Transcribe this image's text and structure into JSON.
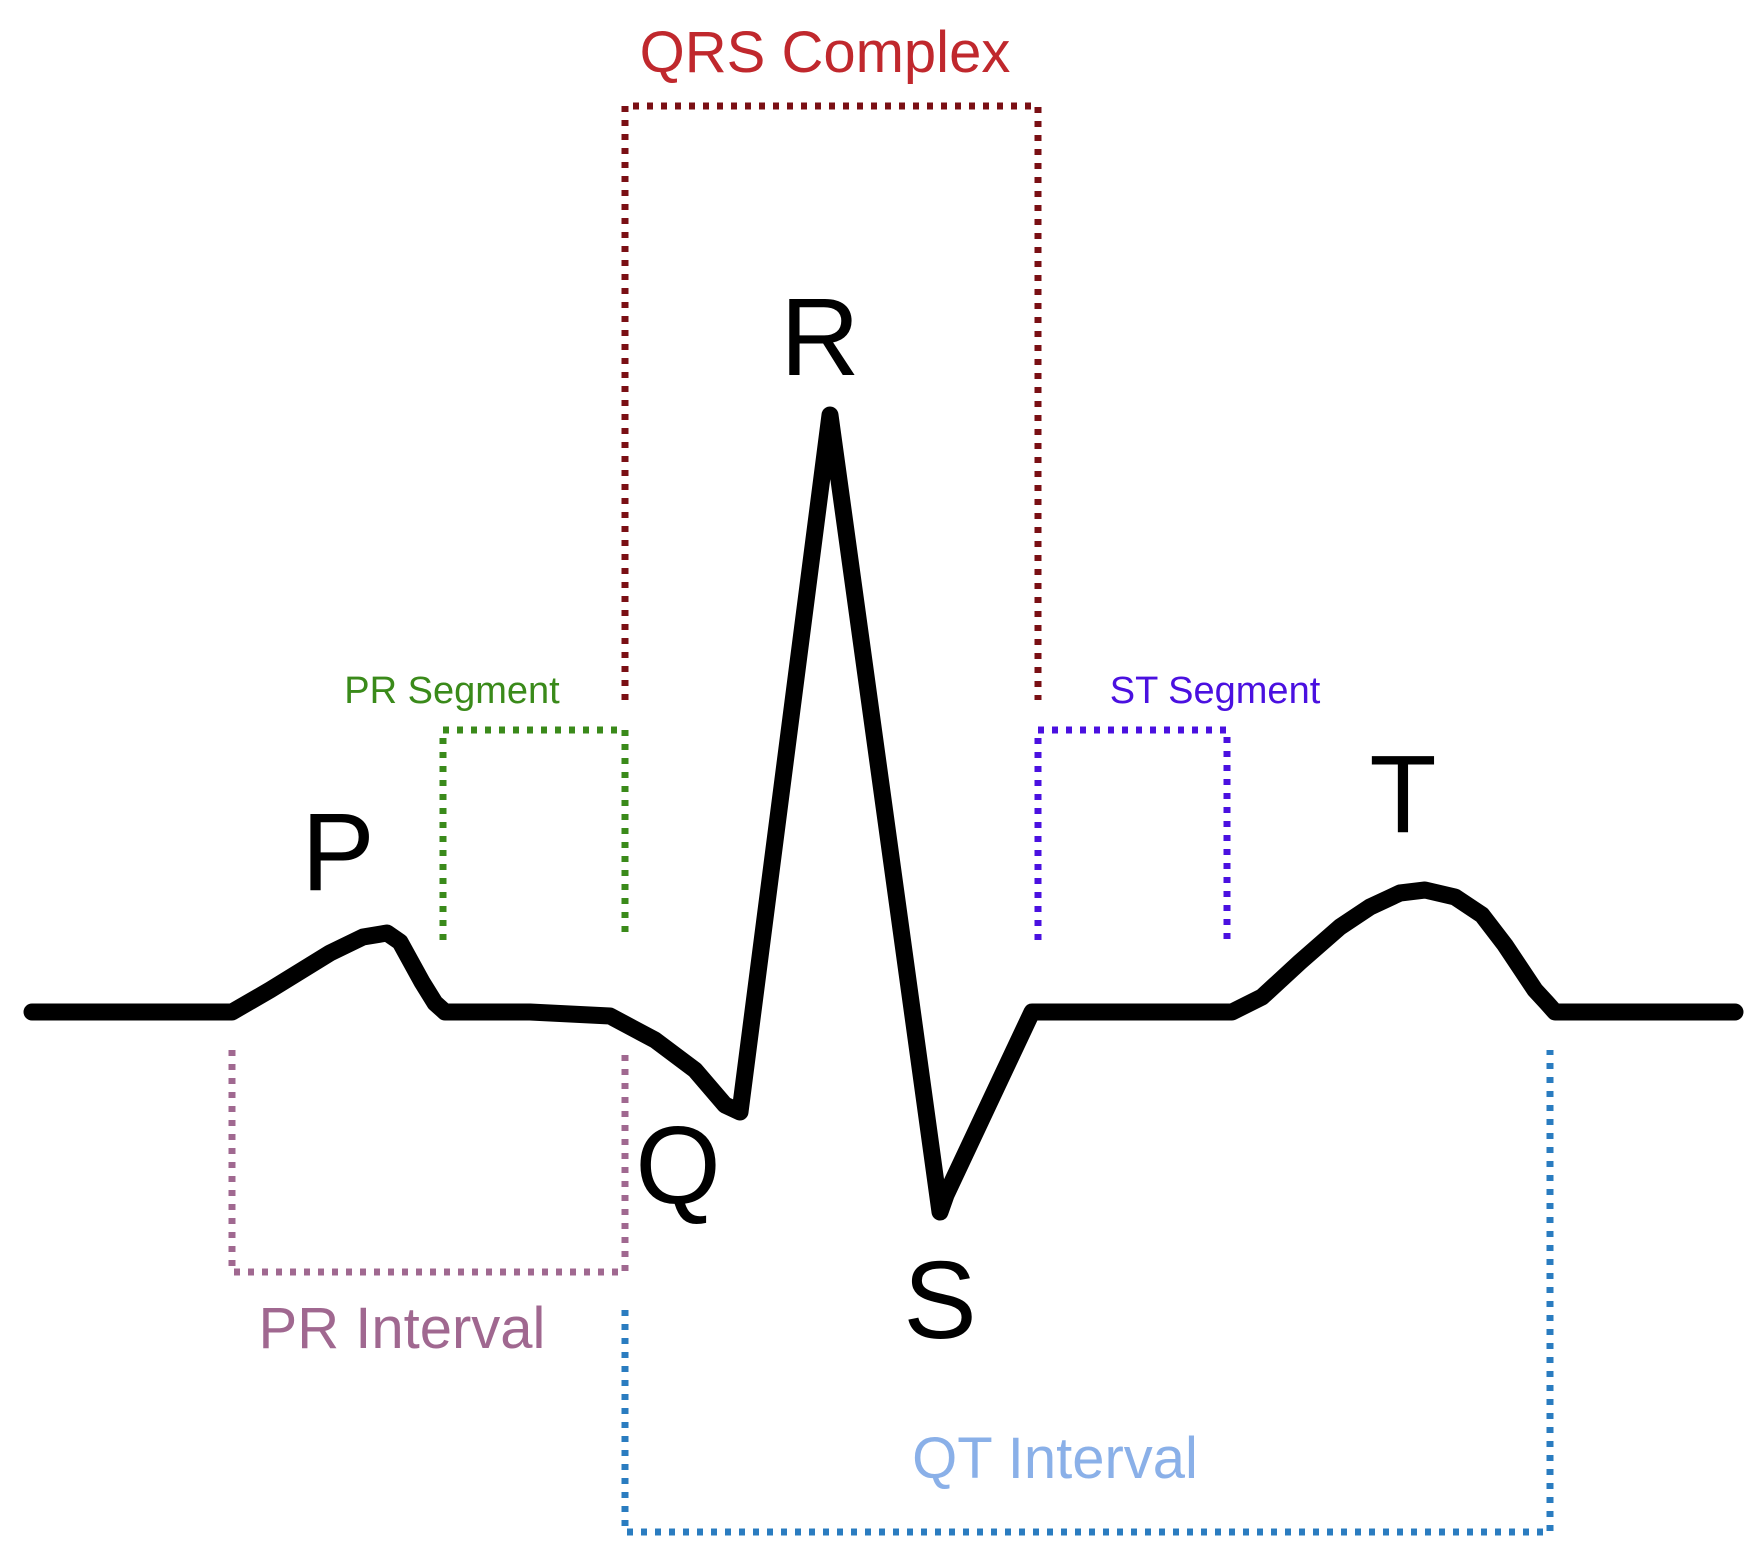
{
  "colors": {
    "trace": "#000000",
    "qrs_complex": "#7a0f14",
    "qrs_label": "#c0282d",
    "pr_segment": "#3a8a1a",
    "st_segment": "#4a10e0",
    "pr_interval": "#a06890",
    "qt_interval": "#2a7cc0",
    "qt_label": "#8ab0e8"
  },
  "waves": {
    "p": "P",
    "q": "Q",
    "r": "R",
    "s": "S",
    "t": "T"
  },
  "brackets": {
    "qrs_complex": "QRS Complex",
    "pr_segment": "PR Segment",
    "st_segment": "ST Segment",
    "pr_interval": "PR Interval",
    "qt_interval": "QT Interval"
  }
}
